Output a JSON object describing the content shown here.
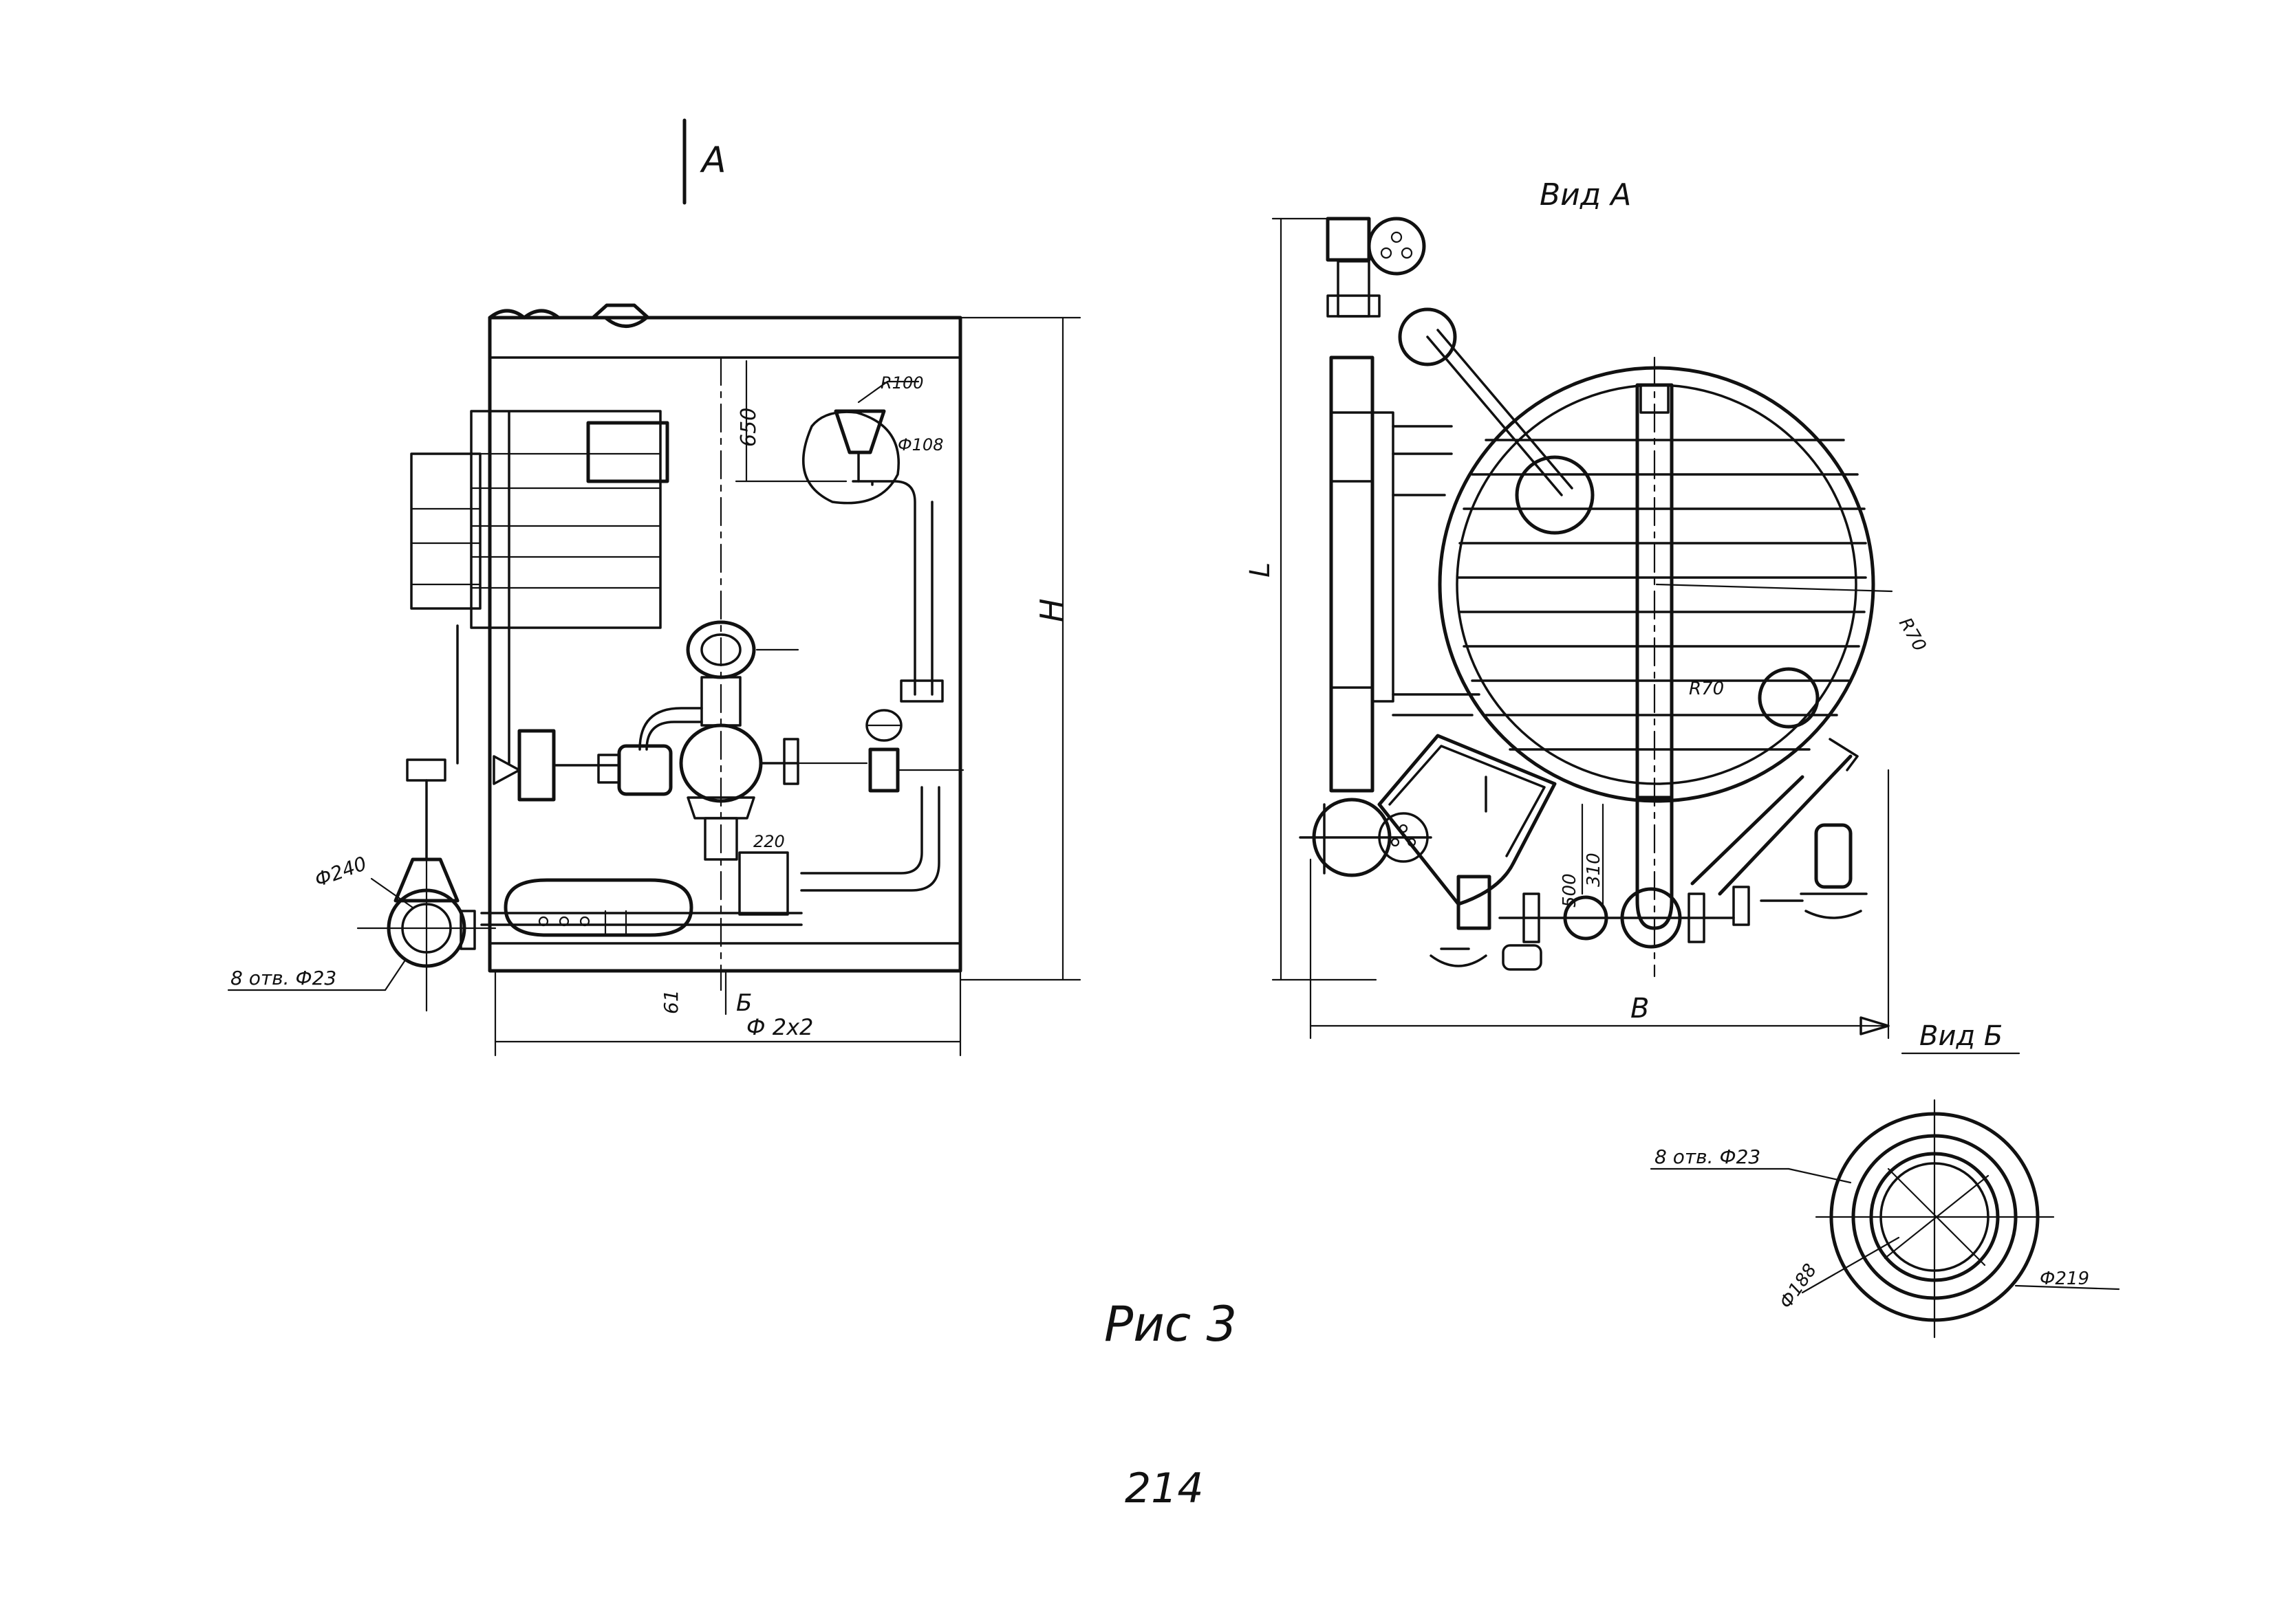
{
  "labels": {
    "section_mark": "A",
    "view_a_title": "Вид А",
    "view_b_title": "Вид Б",
    "dim_h": "Н",
    "dim_l": "L",
    "dim_b": "В",
    "dim_650": "650",
    "dim_r100": "R100",
    "dim_d108": "Ф108",
    "dim_d240": "Ф240",
    "dim_bolts_left": "8 отв. Ф23",
    "dim_220": "220",
    "dim_61": "61",
    "dim_b_small": "Б",
    "dim_diam_bottom": "Ф 2х2",
    "dim_r70_a": "R70",
    "dim_r70_b": "R70",
    "dim_500": "500",
    "dim_310": "310",
    "dim_bolts_right": "8 отв. Ф23",
    "dim_d188": "Ф188",
    "dim_d219": "Ф219",
    "figure_caption": "Рис 3",
    "page_number": "214"
  }
}
